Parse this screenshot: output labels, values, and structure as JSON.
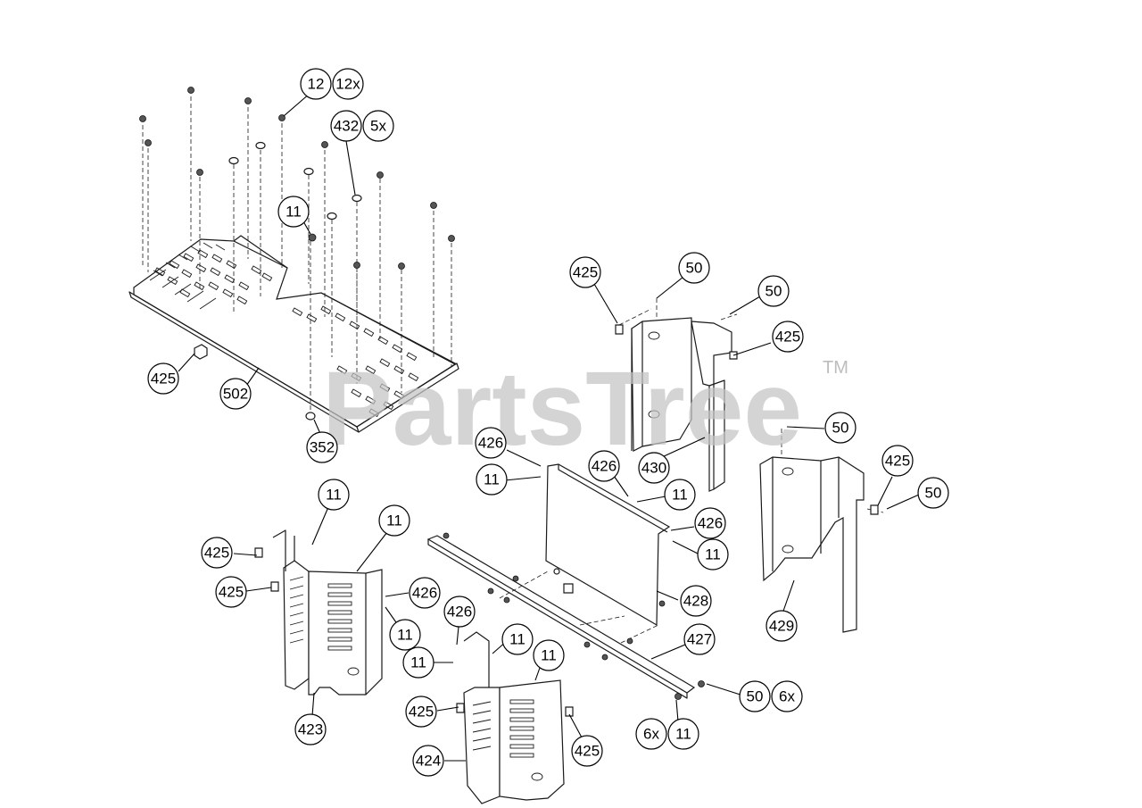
{
  "watermark": {
    "text": "PartsTree",
    "tm": "TM"
  },
  "callouts": [
    {
      "id": "c1",
      "circles": [
        "12",
        "12x"
      ]
    },
    {
      "id": "c2",
      "circles": [
        "432",
        "5x"
      ]
    },
    {
      "id": "c3",
      "circles": [
        "11"
      ]
    },
    {
      "id": "c4",
      "circles": [
        "425"
      ]
    },
    {
      "id": "c5",
      "circles": [
        "502"
      ]
    },
    {
      "id": "c6",
      "circles": [
        "352"
      ]
    },
    {
      "id": "c7",
      "circles": [
        "425"
      ]
    },
    {
      "id": "c8",
      "circles": [
        "50"
      ]
    },
    {
      "id": "c9",
      "circles": [
        "50"
      ]
    },
    {
      "id": "c10",
      "circles": [
        "425"
      ]
    },
    {
      "id": "c11",
      "circles": [
        "430"
      ]
    },
    {
      "id": "c12",
      "circles": [
        "50"
      ]
    },
    {
      "id": "c13",
      "circles": [
        "425"
      ]
    },
    {
      "id": "c14",
      "circles": [
        "50"
      ]
    },
    {
      "id": "c15",
      "circles": [
        "429"
      ]
    },
    {
      "id": "c16",
      "circles": [
        "426"
      ]
    },
    {
      "id": "c17",
      "circles": [
        "11"
      ]
    },
    {
      "id": "c18",
      "circles": [
        "426"
      ]
    },
    {
      "id": "c19",
      "circles": [
        "11"
      ]
    },
    {
      "id": "c20",
      "circles": [
        "426"
      ]
    },
    {
      "id": "c21",
      "circles": [
        "11"
      ]
    },
    {
      "id": "c22",
      "circles": [
        "428"
      ]
    },
    {
      "id": "c23",
      "circles": [
        "427"
      ]
    },
    {
      "id": "c24",
      "circles": [
        "50",
        "6x"
      ]
    },
    {
      "id": "c25",
      "circles": [
        "6x",
        "11"
      ]
    },
    {
      "id": "c26",
      "circles": [
        "11"
      ]
    },
    {
      "id": "c27",
      "circles": [
        "425"
      ]
    },
    {
      "id": "c28",
      "circles": [
        "425"
      ]
    },
    {
      "id": "c29",
      "circles": [
        "11"
      ]
    },
    {
      "id": "c30",
      "circles": [
        "426"
      ]
    },
    {
      "id": "c31",
      "circles": [
        "11"
      ]
    },
    {
      "id": "c32",
      "circles": [
        "423"
      ]
    },
    {
      "id": "c33",
      "circles": [
        "426"
      ]
    },
    {
      "id": "c34",
      "circles": [
        "11"
      ]
    },
    {
      "id": "c35",
      "circles": [
        "11"
      ]
    },
    {
      "id": "c36",
      "circles": [
        "11"
      ]
    },
    {
      "id": "c37",
      "circles": [
        "425"
      ]
    },
    {
      "id": "c38",
      "circles": [
        "425"
      ]
    },
    {
      "id": "c39",
      "circles": [
        "424"
      ]
    }
  ]
}
